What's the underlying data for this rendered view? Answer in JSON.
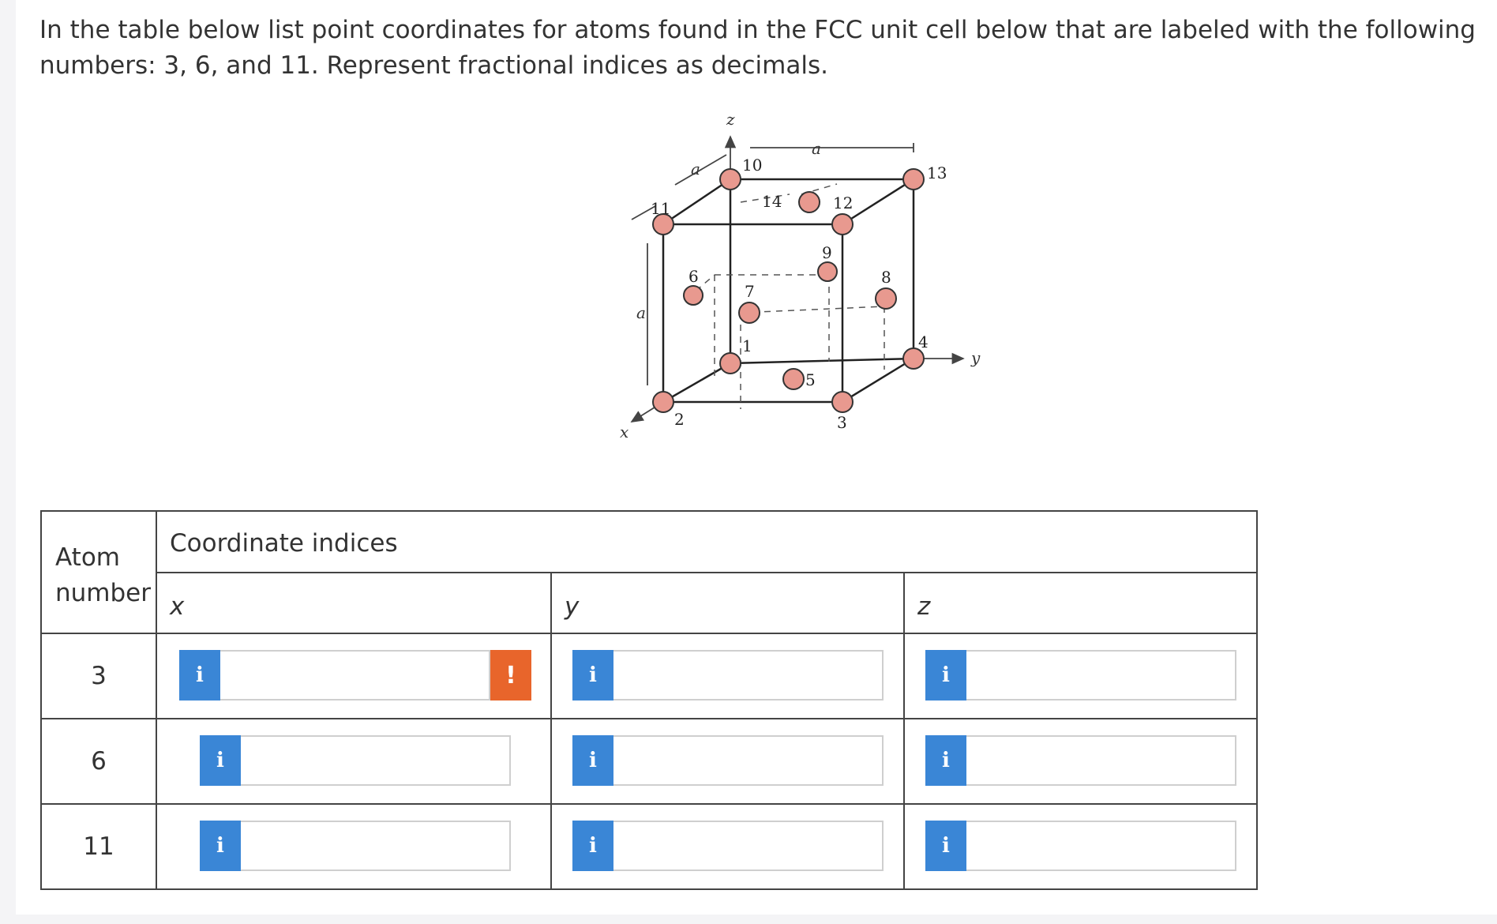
{
  "question": {
    "text": "In the table below list point coordinates for atoms found in the FCC unit cell below that are labeled with the following numbers: 3, 6, and 11.  Represent fractional indices as decimals."
  },
  "figure": {
    "axis_labels": {
      "x": "x",
      "y": "y",
      "z": "z"
    },
    "edge_labels": {
      "top": "a",
      "depth": "a",
      "height": "a"
    },
    "atom_labels": [
      "1",
      "2",
      "3",
      "4",
      "5",
      "6",
      "7",
      "8",
      "9",
      "10",
      "11",
      "12",
      "13",
      "14"
    ],
    "atom_color": "#e8998f"
  },
  "table": {
    "atom_header": "Atom number",
    "coord_header": "Coordinate indices",
    "axis_headers": {
      "x": "x",
      "y": "y",
      "z": "z"
    },
    "info_glyph": "i",
    "warning_glyph": "!",
    "rows": [
      {
        "atom": "3",
        "x": "",
        "y": "",
        "z": "",
        "x_warning": true
      },
      {
        "atom": "6",
        "x": "",
        "y": "",
        "z": "",
        "x_warning": false
      },
      {
        "atom": "11",
        "x": "",
        "y": "",
        "z": "",
        "x_warning": false
      }
    ]
  },
  "colors": {
    "info_button": "#3a86d6",
    "warning": "#e8652b"
  }
}
